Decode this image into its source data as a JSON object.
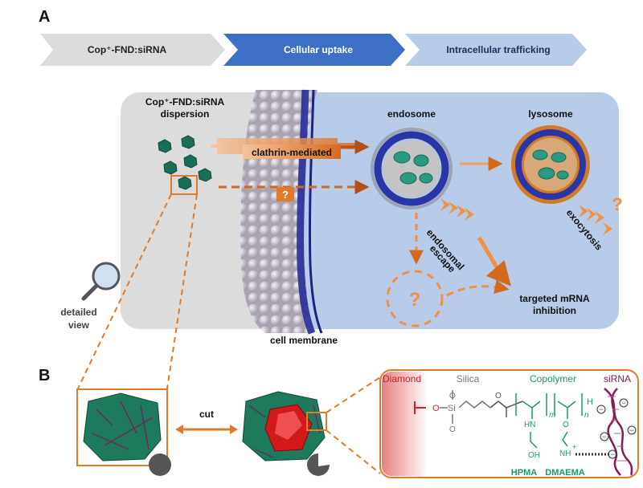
{
  "panel_a": {
    "letter": "A",
    "steps": [
      {
        "label": "Cop⁺-FND:siRNA"
      },
      {
        "label": "Cellular uptake"
      },
      {
        "label": "Intracellular trafficking"
      }
    ],
    "dispersion": {
      "line1": "Cop⁺-FND:siRNA",
      "line2": "dispersion"
    },
    "clathrin_label": "clathrin-mediated",
    "question": "?",
    "endosome": "endosome",
    "lysosome": "lysosome",
    "endosomal_escape": {
      "line1": "endosomal",
      "line2": "escape"
    },
    "exocytosis": "exocytosis",
    "targeted": {
      "line1": "targeted mRNA",
      "line2": "inhibition"
    },
    "detailed_view": {
      "line1": "detailed",
      "line2": "view"
    },
    "cell_membrane": "cell membrane"
  },
  "panel_b": {
    "letter": "B",
    "cut": "cut",
    "diamond": "Diamond",
    "silica": "Silica",
    "copolymer": "Copolymer",
    "sirna": "siRNA",
    "hpma": "HPMA",
    "dmaema": "DMAEMA",
    "subscript_m": "m",
    "subscript_n": "n",
    "atom_o": "O",
    "atom_si": "Si",
    "atom_h": "H",
    "atom_oh": "OH",
    "atom_hn": "HN",
    "atom_n": "N",
    "atom_nh": "NH",
    "plus": "+",
    "minus": "−"
  },
  "colors": {
    "orange": "#e07b2a",
    "blue_step": "#3d6fc4",
    "light_blue": "#b8cbe8",
    "gray_bg": "#dcdcdc",
    "green": "#1a9a6a",
    "red": "#d32020",
    "purple": "#8a1a5a"
  }
}
